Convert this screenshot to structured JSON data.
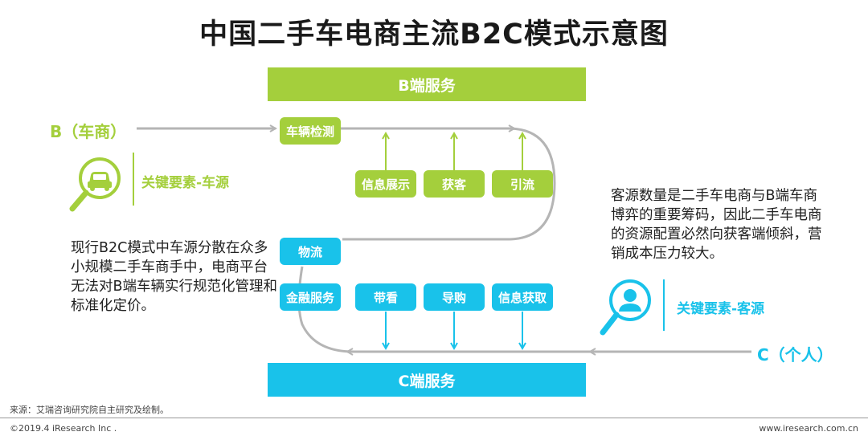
{
  "title": "中国二手车电商主流B2C模式示意图",
  "top_band": "B端服务",
  "bottom_band": "C端服务",
  "b_side": {
    "label": "B（车商）",
    "key_factor": "关键要素-车源",
    "description": "现行B2C模式中车源分散在众多小规模二手车商手中，电商平台无法对B端车辆实行规范化管理和标准化定价。"
  },
  "c_side": {
    "label": "C（个人）",
    "key_factor": "关键要素-客源",
    "description": "客源数量是二手车电商与B端车商博弈的重要筹码，因此二手车电商的资源配置必然向获客端倾斜，营销成本压力较大。"
  },
  "green_boxes": [
    "车辆检测",
    "信息展示",
    "获客",
    "引流"
  ],
  "blue_boxes": [
    "物流",
    "金融服务",
    "带看",
    "导购",
    "信息获取"
  ],
  "colors": {
    "green": "#a4cf3c",
    "blue": "#19c2ea",
    "line": "#b5b5b5"
  },
  "icons": {
    "b_side": "car-magnifier-icon",
    "c_side": "person-magnifier-icon"
  },
  "footer": {
    "source": "来源：艾瑞咨询研究院自主研究及绘制。",
    "copyright": "©2019.4 iResearch Inc .",
    "website": "www.iresearch.com.cn"
  }
}
